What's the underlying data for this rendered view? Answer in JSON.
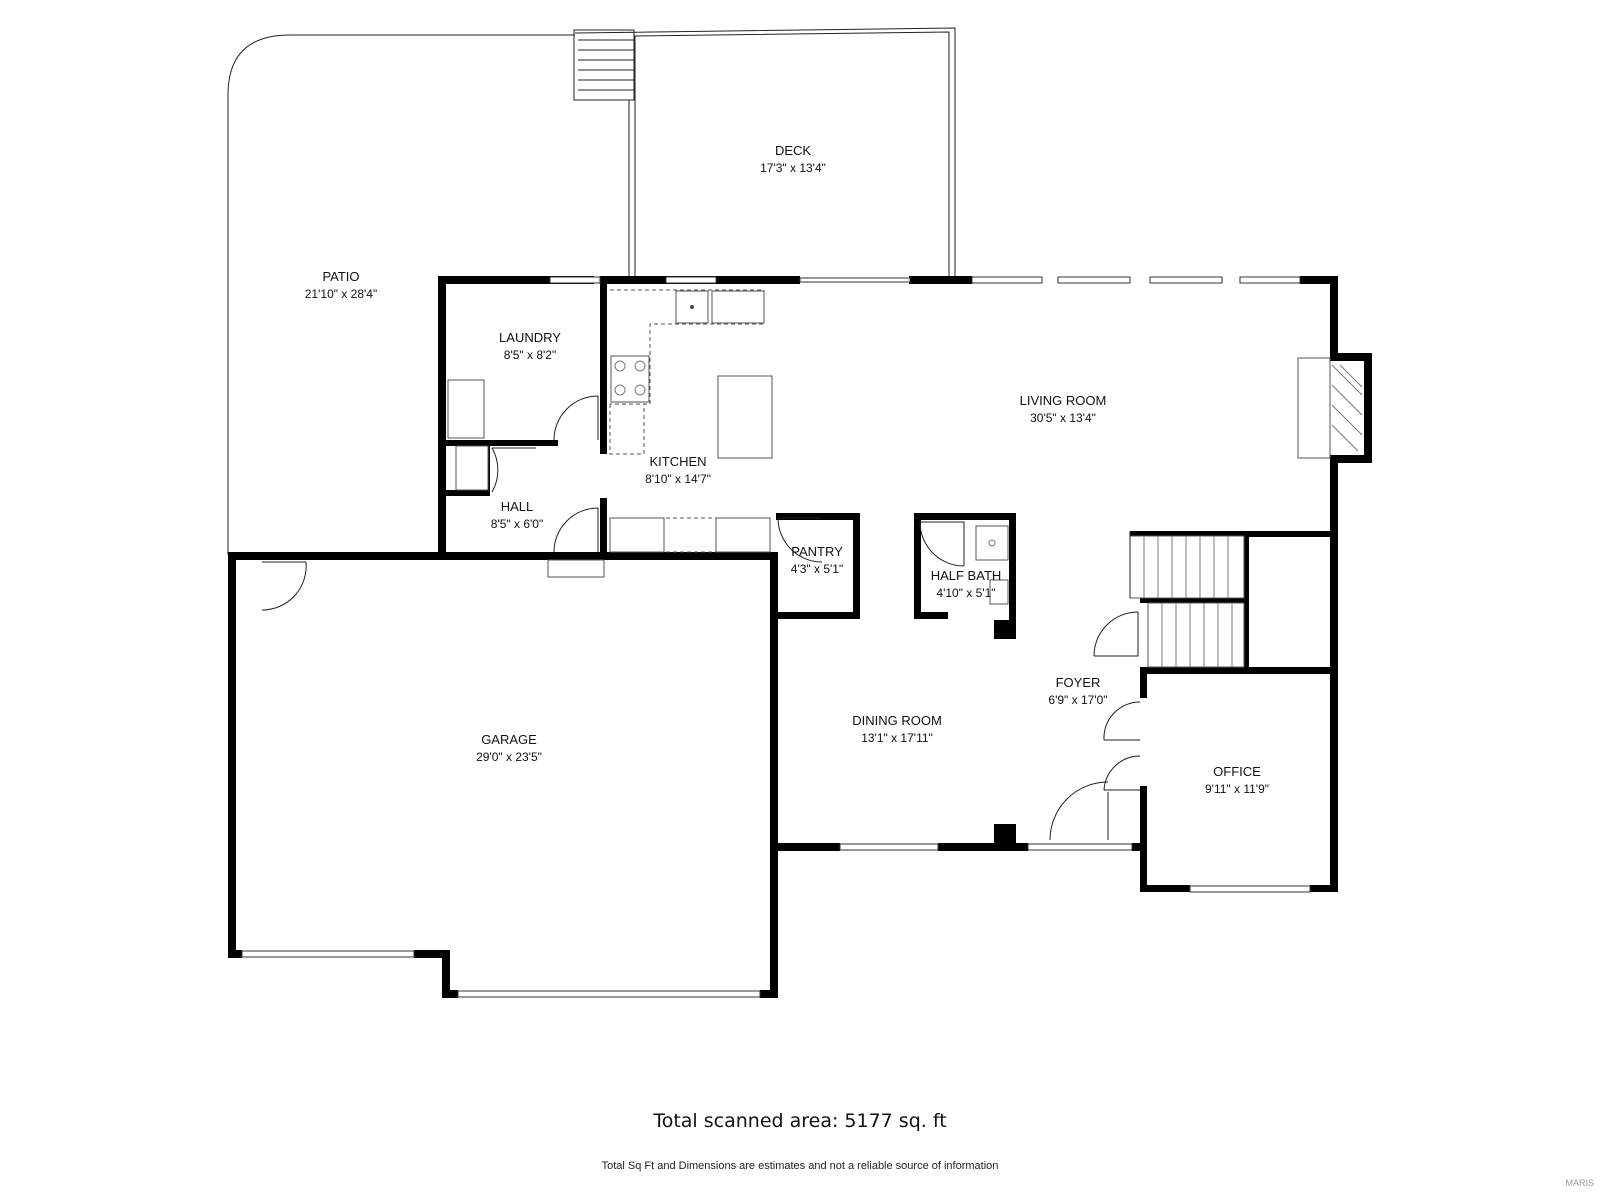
{
  "rooms": {
    "deck": {
      "name": "DECK",
      "dims": "17'3\" x 13'4\""
    },
    "patio": {
      "name": "PATIO",
      "dims": "21'10\" x 28'4\""
    },
    "laundry": {
      "name": "LAUNDRY",
      "dims": "8'5\" x 8'2\""
    },
    "kitchen": {
      "name": "KITCHEN",
      "dims": "8'10\" x 14'7\""
    },
    "living": {
      "name": "LIVING ROOM",
      "dims": "30'5\" x 13'4\""
    },
    "hall": {
      "name": "HALL",
      "dims": "8'5\" x 6'0\""
    },
    "pantry": {
      "name": "PANTRY",
      "dims": "4'3\" x 5'1\""
    },
    "half_bath": {
      "name": "HALF BATH",
      "dims": "4'10\" x 5'1\""
    },
    "foyer": {
      "name": "FOYER",
      "dims": "6'9\" x 17'0\""
    },
    "dining": {
      "name": "DINING ROOM",
      "dims": "13'1\" x 17'11\""
    },
    "garage": {
      "name": "GARAGE",
      "dims": "29'0\" x 23'5\""
    },
    "office": {
      "name": "OFFICE",
      "dims": "9'11\" x 11'9\""
    }
  },
  "footer": {
    "total": "Total scanned area: 5177 sq. ft",
    "disclaimer": "Total Sq Ft and Dimensions are estimates and not a reliable source of information",
    "watermark": "MARIS"
  }
}
